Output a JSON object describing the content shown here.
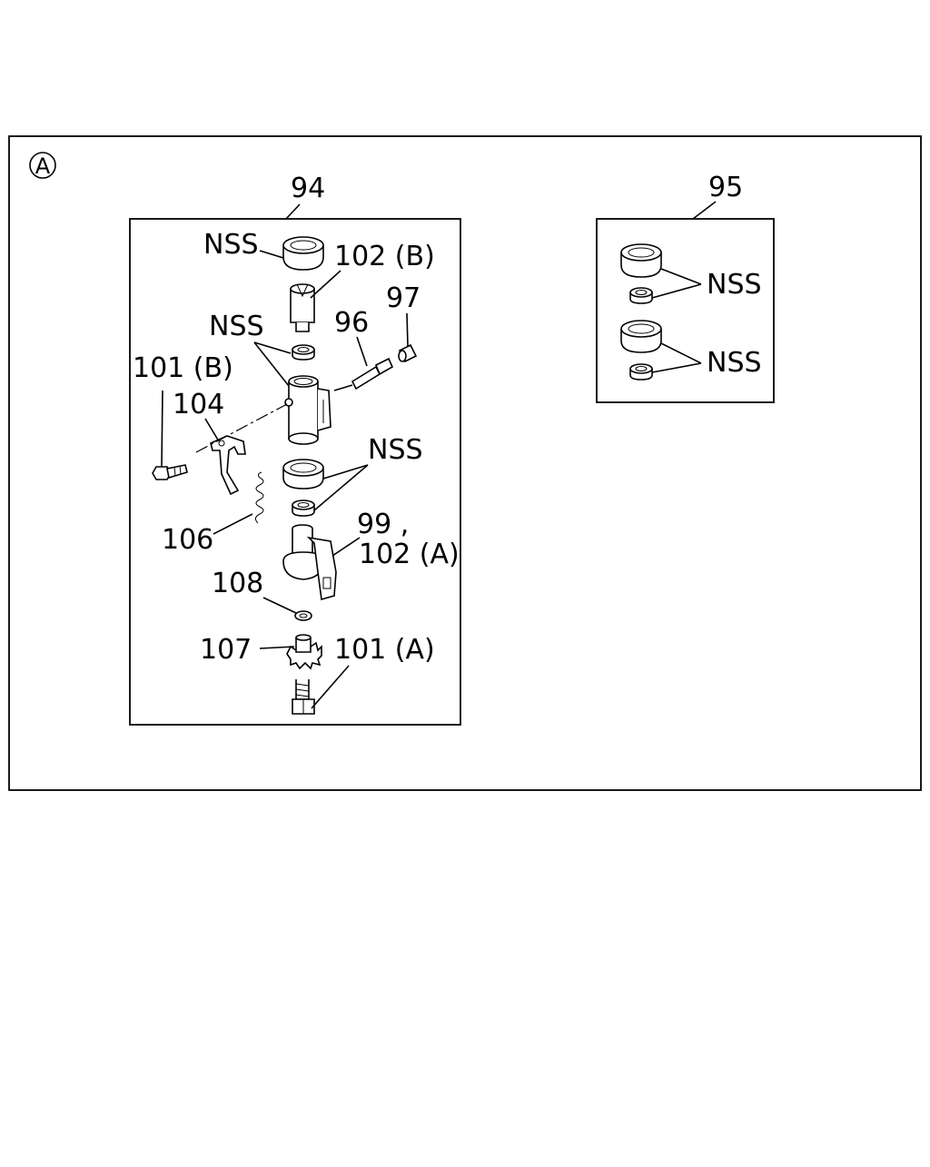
{
  "section_marker": "A",
  "assemblies": [
    {
      "ref": "94"
    },
    {
      "ref": "95"
    }
  ],
  "labels": {
    "nss": "NSS",
    "p102b": "102 (B)",
    "p97": "97",
    "p96": "96",
    "p101b": "101 (B)",
    "p104": "104",
    "p106": "106",
    "p99": "99 ,",
    "p102a": "102 (A)",
    "p108": "108",
    "p107": "107",
    "p101a": "101 (A)"
  }
}
